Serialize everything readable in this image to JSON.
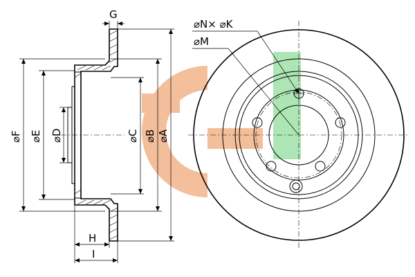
{
  "labels": {
    "G": "G",
    "H": "H",
    "I": "I",
    "F": "⌀F",
    "E": "⌀E",
    "D": "⌀D",
    "C": "⌀C",
    "B": "⌀B",
    "A": "⌀A",
    "NK": "⌀N× ⌀K",
    "M": "⌀M"
  },
  "watermark": {
    "orange": "#f2b58a",
    "green": "#9fe0a8"
  }
}
